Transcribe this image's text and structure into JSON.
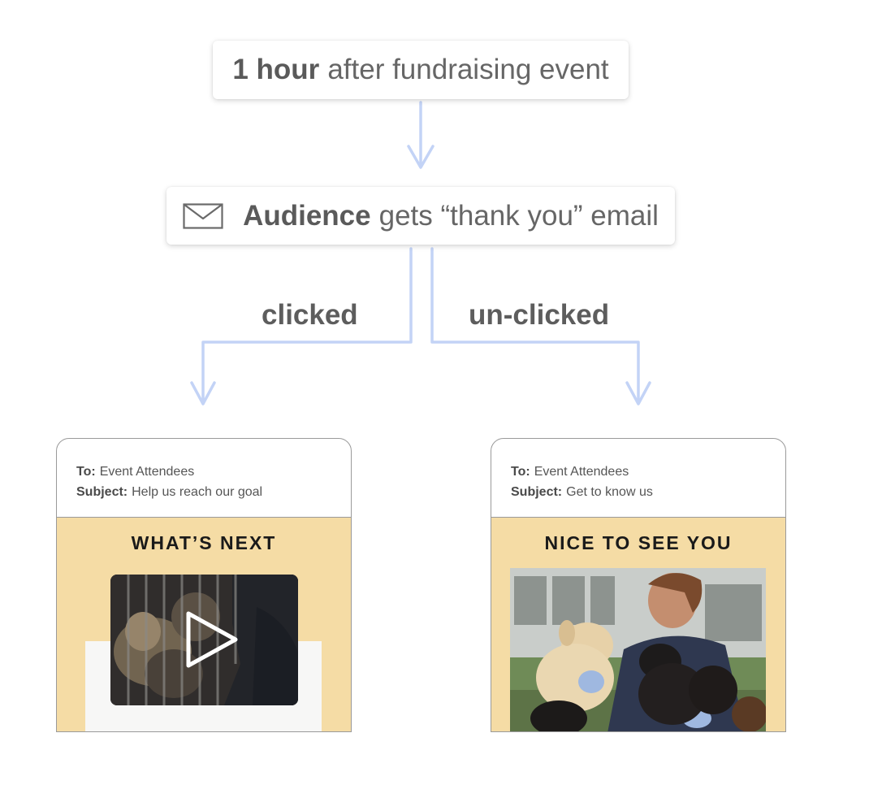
{
  "trigger": {
    "bold": "1 hour",
    "text": "after fundraising event"
  },
  "action": {
    "icon": "envelope-icon",
    "bold": "Audience",
    "text": "gets “thank you” email"
  },
  "branches": {
    "left_label": "clicked",
    "right_label": "un-clicked"
  },
  "colors": {
    "connector": "#c3d3f6",
    "email_body": "#f5dca5",
    "text": "#666666"
  },
  "emails": [
    {
      "to_label": "To:",
      "to_value": "Event Attendees",
      "subject_label": "Subject:",
      "subject_value": "Help us reach our goal",
      "heading": "WHAT’S NEXT",
      "media": "video-thumbnail-puppies-behind-cage",
      "icon": "play-icon"
    },
    {
      "to_label": "To:",
      "to_value": "Event Attendees",
      "subject_label": "Subject:",
      "subject_value": "Get to know us",
      "heading": "NICE TO SEE YOU",
      "media": "photo-woman-holding-puppies"
    }
  ]
}
